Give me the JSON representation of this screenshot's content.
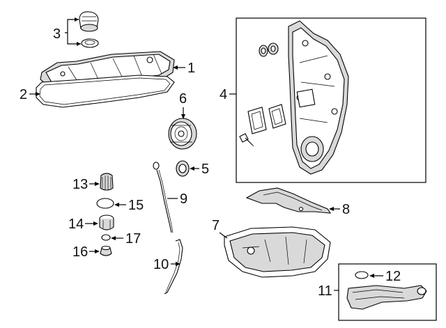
{
  "callouts": {
    "c1": "1",
    "c2": "2",
    "c3": "3",
    "c4": "4",
    "c5": "5",
    "c6": "6",
    "c7": "7",
    "c8": "8",
    "c9": "9",
    "c10": "10",
    "c11": "11",
    "c12": "12",
    "c13": "13",
    "c14": "14",
    "c15": "15",
    "c16": "16",
    "c17": "17"
  },
  "icons": {
    "valve-cover": "valve-cover-icon",
    "valve-cover-gasket": "gasket-icon",
    "oil-filler-cap": "filler-cap-icon",
    "cap-seal": "seal-ring-icon",
    "timing-cover": "timing-cover-icon",
    "front-seal": "seal-ring-icon",
    "crank-pulley": "pulley-icon",
    "oil-pan": "oil-pan-icon",
    "baffle": "baffle-plate-icon",
    "dipstick": "dipstick-icon",
    "dipstick-tube": "tube-icon",
    "oil-strainer": "strainer-icon",
    "filter-cap": "filter-cap-icon",
    "o-ring": "o-ring-icon",
    "filter-housing": "filter-housing-icon",
    "drain-plug": "drain-plug-icon"
  }
}
